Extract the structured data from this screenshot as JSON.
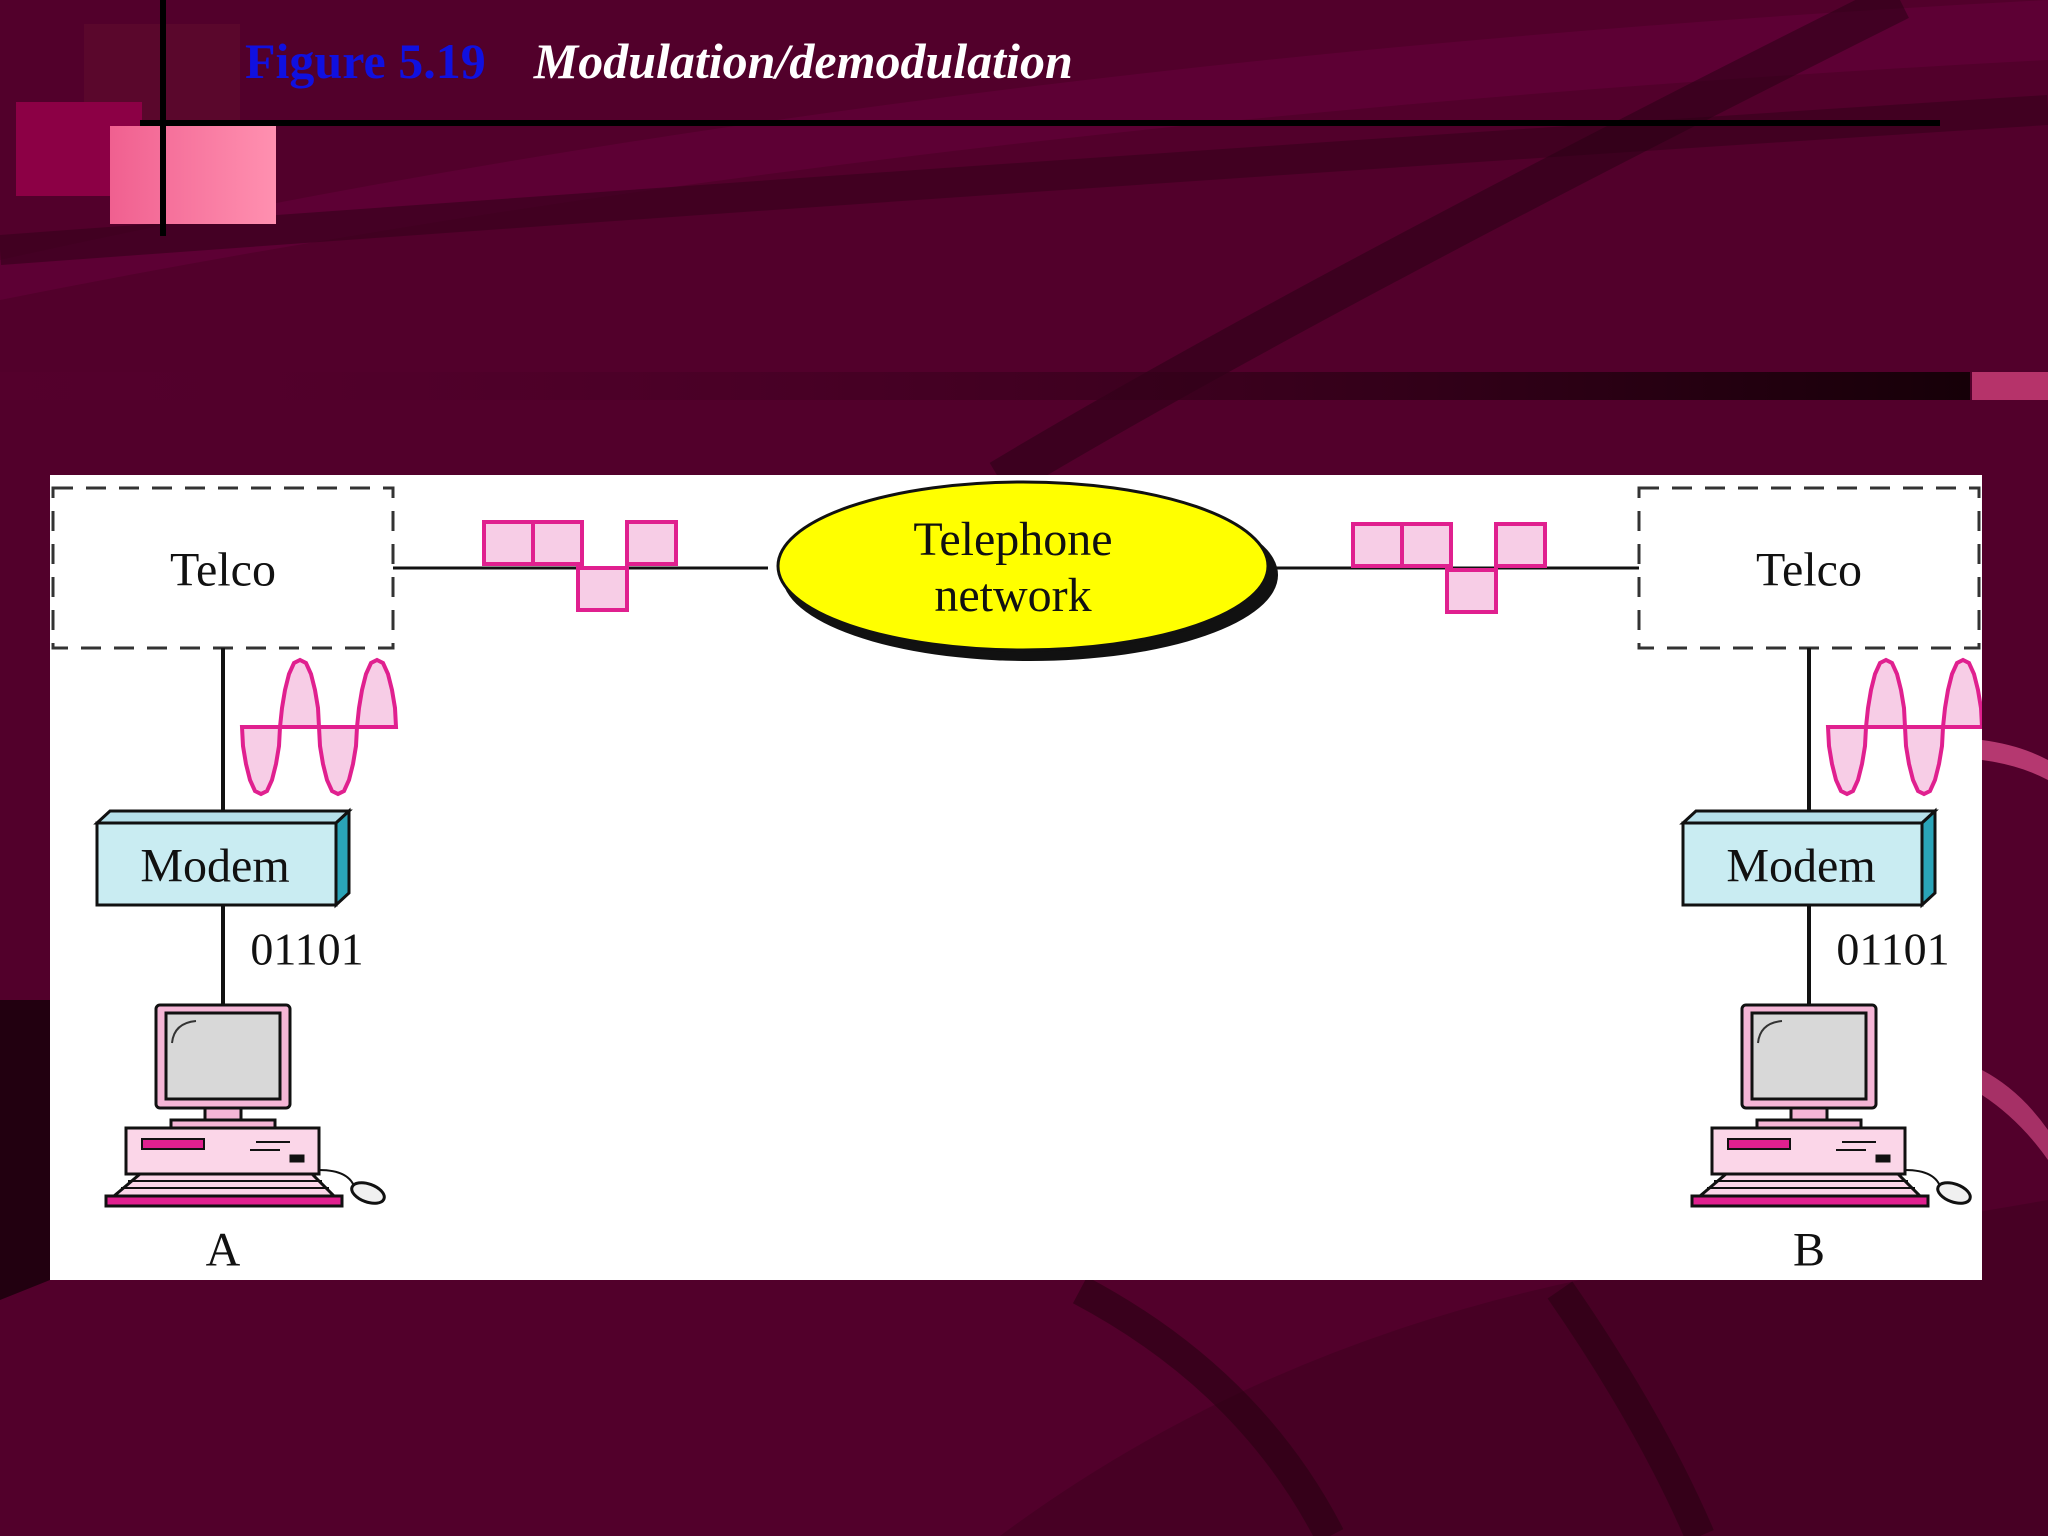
{
  "slide": {
    "figure_number": "Figure 5.19",
    "caption": "Modulation/demodulation"
  },
  "diagram": {
    "network": {
      "line1": "Telephone",
      "line2": "network"
    },
    "left": {
      "telco": "Telco",
      "modem": "Modem",
      "bits": "01101",
      "station": "A"
    },
    "right": {
      "telco": "Telco",
      "modem": "Modem",
      "bits": "01101",
      "station": "B"
    }
  },
  "colors": {
    "background": "#52002b",
    "accent_pink": "#e0208f",
    "signal_fill": "#f7cde6",
    "network_fill": "#ffff00",
    "modem_fill": "#c9ecf2",
    "figure_number": "#1010e0",
    "caption": "#ffffff"
  }
}
